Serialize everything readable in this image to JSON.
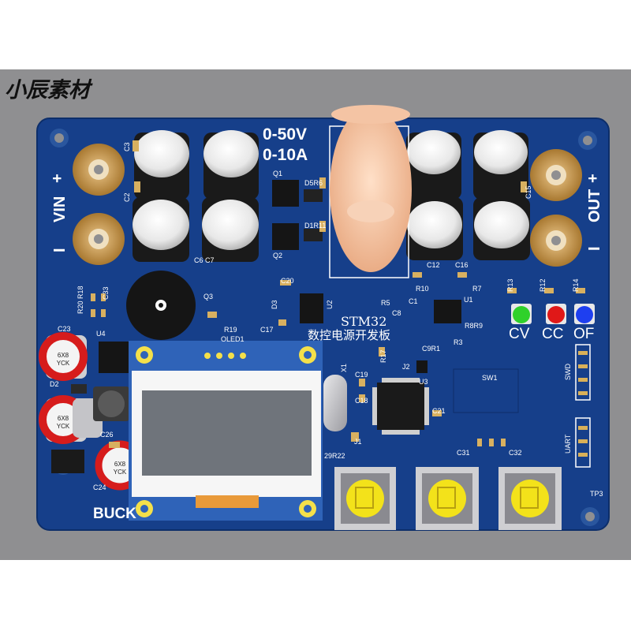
{
  "watermark": "小辰素材",
  "board": {
    "spec_voltage": "0-50V",
    "spec_current": "0-10A",
    "input_label": "VIN",
    "output_label": "OUT",
    "plus": "+",
    "minus": "I",
    "mcu_name": "STM32",
    "title_cn": "数控电源开发板",
    "brand": "BUCK",
    "leds": [
      {
        "label": "CV",
        "color": "#2fd12a"
      },
      {
        "label": "CC",
        "color": "#e01818"
      },
      {
        "label": "OF",
        "color": "#1e3ff0"
      }
    ],
    "connectors": {
      "swd": "SWD",
      "uart": "UART"
    },
    "electrolytic_text": {
      "size": "6X8",
      "maker": "YCK"
    },
    "refs": {
      "q1": "Q1",
      "q2": "Q2",
      "q3": "Q3",
      "d5r6": "D5R6",
      "d1r11": "D1R11",
      "c2": "C2",
      "c3": "C3",
      "c6c7": "C6 C7",
      "c12": "C12",
      "c16": "C16",
      "c15": "C15",
      "r20r18": "R20 R18",
      "c33": "C33",
      "c23": "C23",
      "u4": "U4",
      "r19": "R19",
      "c20": "C20",
      "d3": "D3",
      "c17": "C17",
      "u2": "U2",
      "oled1": "OLED1",
      "r10": "R10",
      "r7": "R7",
      "r13": "R13",
      "r12": "R12",
      "r14": "R14",
      "c1": "C1",
      "u1": "U1",
      "c8": "C8",
      "r8r9": "R8R9",
      "r3": "R3",
      "c9r1": "C9R1",
      "r17": "R17",
      "j2": "J2",
      "x1": "X1",
      "c19": "C19",
      "c18": "C18",
      "u3": "U3",
      "c21": "C21",
      "sw1": "SW1",
      "j1": "J1",
      "r29r22": "29R22",
      "c31": "C31",
      "c32": "C32",
      "c26": "C26",
      "c24": "C24",
      "d2": "D2",
      "tp3": "TP3",
      "r5": "R5"
    }
  }
}
